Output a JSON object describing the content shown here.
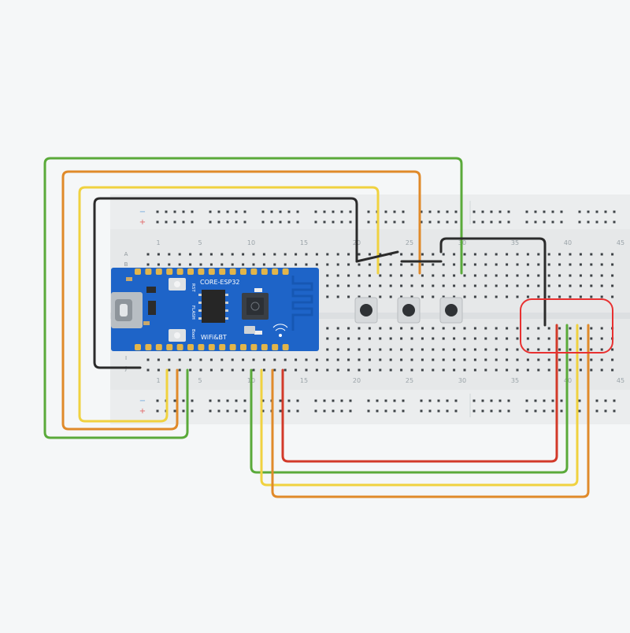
{
  "diagram": {
    "title": "ESP32 breadboard wiring",
    "colors": {
      "page_bg": "#f5f7f8",
      "breadboard": "#e6e8e9",
      "hole": "#3d4246",
      "rail_minus": "#6fa8dc",
      "rail_plus": "#e06666",
      "board_blue": "#1e64c8",
      "wire_green": "#5aaa3a",
      "wire_orange": "#e08a2a",
      "wire_yellow": "#f0d240",
      "wire_black": "#2b2b2b",
      "wire_red": "#d23a2a",
      "highlight": "#e83030"
    }
  },
  "breadboard": {
    "rail_minus_symbol": "−",
    "rail_plus_symbol": "+",
    "column_numbers": [
      "1",
      "5",
      "10",
      "15",
      "20",
      "25",
      "30",
      "35",
      "40",
      "45"
    ],
    "row_letters_top": [
      "A",
      "B"
    ],
    "row_letters_bottom": [
      "I",
      "J"
    ]
  },
  "esp32_board": {
    "name": "CORE-ESP32",
    "label_rst": "RST",
    "label_flash": "FLASH",
    "label_boot": "Boot",
    "label_wifi": "WiFi&BT",
    "connector_icon": "usb-c-icon"
  },
  "components": {
    "pushbuttons": [
      "button-1",
      "button-2",
      "button-3"
    ],
    "highlight_region": "4-pin-header-region"
  },
  "wires": [
    {
      "name": "wire-green-top",
      "color": "green"
    },
    {
      "name": "wire-orange-top",
      "color": "orange"
    },
    {
      "name": "wire-yellow-top",
      "color": "yellow"
    },
    {
      "name": "wire-black-top",
      "color": "black"
    },
    {
      "name": "wire-black-right",
      "color": "black"
    },
    {
      "name": "wire-red-bottom",
      "color": "red"
    },
    {
      "name": "wire-green-bottom",
      "color": "green"
    },
    {
      "name": "wire-yellow-bottom",
      "color": "yellow"
    },
    {
      "name": "wire-orange-bottom",
      "color": "orange"
    }
  ]
}
